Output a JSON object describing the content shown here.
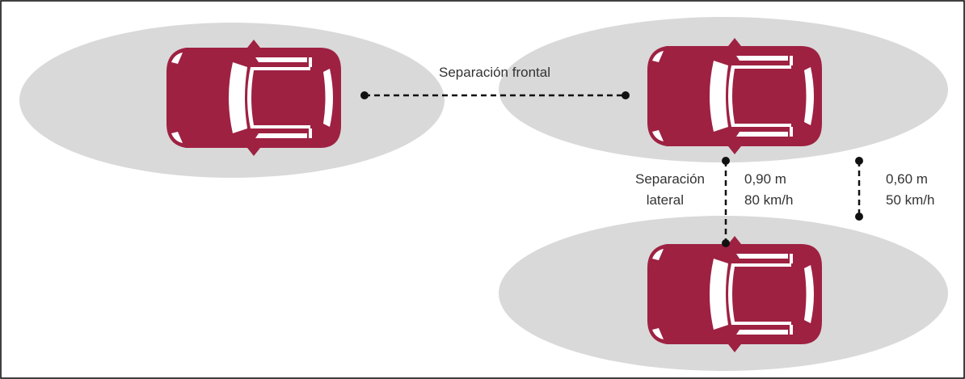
{
  "labels": {
    "frontal": "Separación frontal",
    "lateral_line1": "Separación",
    "lateral_line2": "lateral",
    "speed_high_distance": "0,90 m",
    "speed_high_speed": "80 km/h",
    "speed_low_distance": "0,60 m",
    "speed_low_speed": "50 km/h"
  },
  "colors": {
    "car_body": "#9e2142",
    "car_glass": "#ffffff",
    "zone": "#d9d9d9",
    "line": "#111111",
    "frame": "#000000"
  }
}
